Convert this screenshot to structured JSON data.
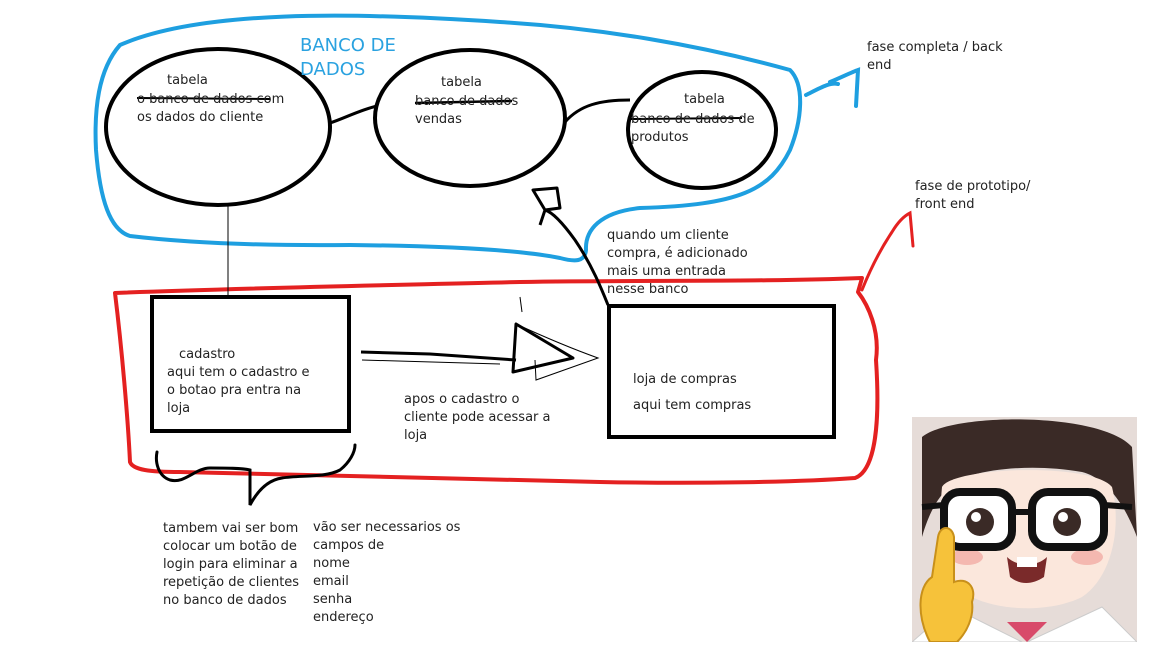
{
  "database": {
    "title_line1": "BANCO DE",
    "title_line2": "DADOS",
    "tables": [
      {
        "label": "tabela",
        "line1": "o banco de dados com",
        "line2": "os dados do cliente"
      },
      {
        "label": "tabela",
        "line1": "banco de dados",
        "line2": "vendas"
      },
      {
        "label": "tabela",
        "line1": "banco de dados de",
        "line2": "produtos"
      }
    ]
  },
  "phases": {
    "backend": [
      "fase completa / back",
      "end"
    ],
    "frontend": [
      "fase de prototipo/",
      "front end"
    ]
  },
  "notes": {
    "purchase": [
      "quando um cliente",
      "compra, é adicionado",
      "mais uma entrada",
      "nesse banco"
    ],
    "after_signup": [
      "apos o cadastro o",
      "cliente pode acessar a",
      "loja"
    ],
    "login_button": [
      "tambem vai ser bom",
      "colocar um botão de",
      "login para eliminar a",
      "repetição de clientes",
      "no banco de dados"
    ],
    "fields": [
      "vão ser necessarios os",
      "campos de",
      "nome",
      "email",
      "senha",
      "endereço"
    ]
  },
  "boxes": {
    "signup": [
      "cadastro",
      "aqui tem o cadastro e",
      "o botao pra entra na",
      "loja"
    ],
    "store": [
      "loja de compras",
      "aqui tem compras"
    ]
  },
  "colors": {
    "database_outline": "#1e9fe0",
    "frontend_outline": "#e42121",
    "ink": "#000000"
  }
}
